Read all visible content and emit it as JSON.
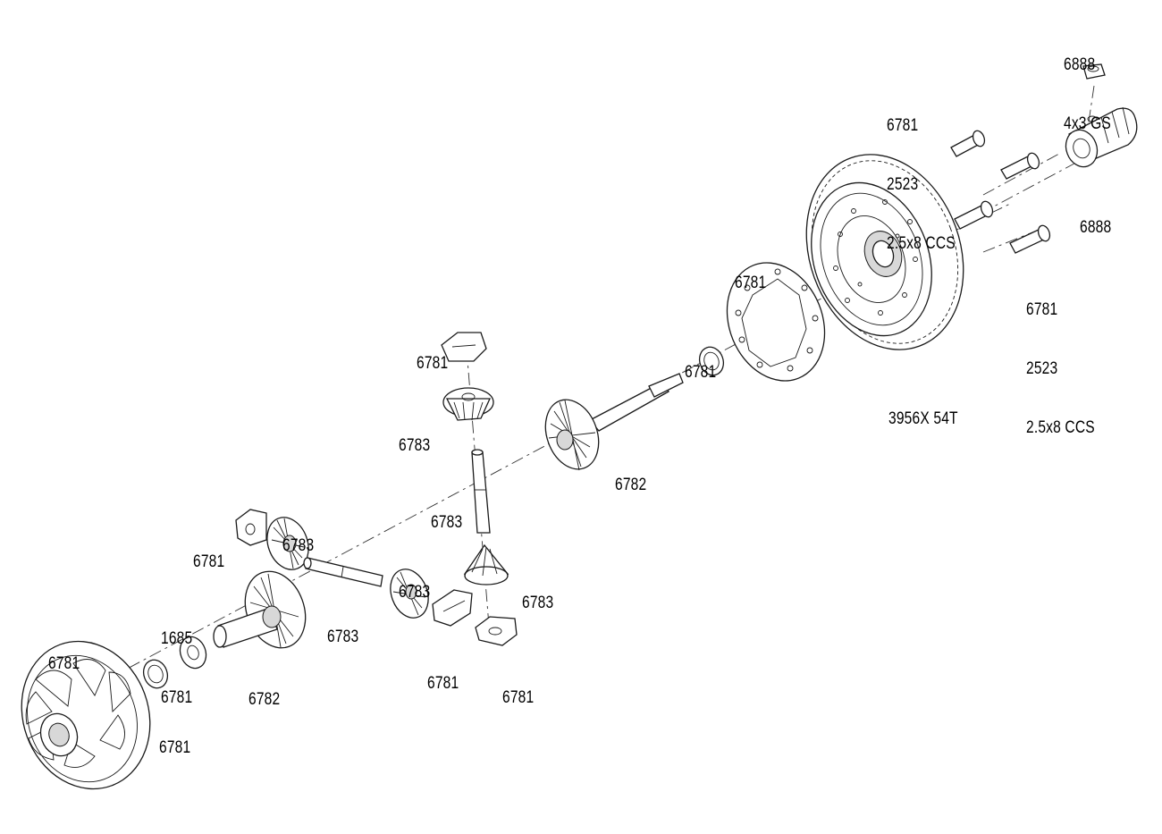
{
  "labels": {
    "pinion_part": "6888",
    "pinion_screw": "4x3 GS",
    "pinion_body": "6888",
    "screw_top_part": "6781",
    "screw_top_alt": "2523",
    "screw_top_size": "2.5x8 CCS",
    "screw_right_part": "6781",
    "screw_right_alt": "2523",
    "screw_right_size": "2.5x8 CCS",
    "spur_gear": "3956X 54T",
    "gasket": "6781",
    "oring_upper": "6781",
    "output_cup_upper": "6782",
    "cap_top": "6781",
    "spider_top": "6783",
    "cross_pin_vertical": "6783",
    "spider_bottom_right": "6783",
    "spacer_bottom_right": "6781",
    "cap_left": "6781",
    "spider_left": "6783",
    "cross_pin_horizontal": "6783",
    "spider_right_mid": "6783",
    "cap_bottom_mid": "6781",
    "output_cup_lower": "6782",
    "washer_part": "1685",
    "washer_alt": "6781",
    "oring_lower": "6781",
    "diff_case": "6781"
  }
}
